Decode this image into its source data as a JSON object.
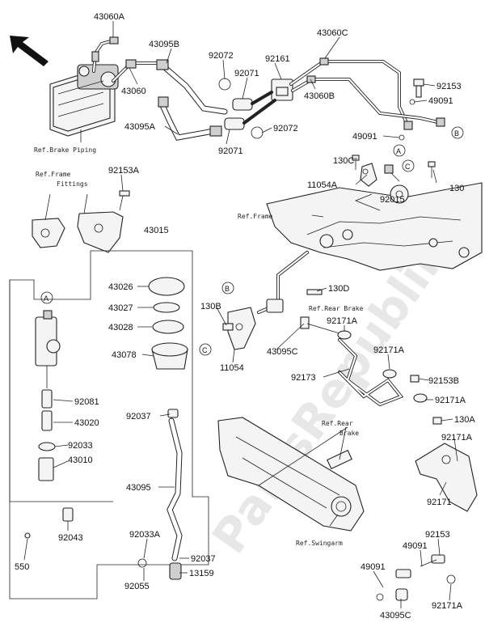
{
  "watermark": "PartsRepublik",
  "part_numbers": {
    "p43060A": "43060A",
    "p43095B": "43095B",
    "p43060": "43060",
    "p92072a": "92072",
    "p92161": "92161",
    "p43060C": "43060C",
    "p92071a": "92071",
    "p43060B": "43060B",
    "p92153": "92153",
    "p49091a": "49091",
    "p43095A": "43095A",
    "p92071b": "92071",
    "p92072b": "92072",
    "p49091b": "49091",
    "p130C": "130C",
    "p11054A": "11054A",
    "p92015": "92015",
    "p130": "130",
    "p92153A": "92153A",
    "p43015": "43015",
    "p43026": "43026",
    "p43027": "43027",
    "p43028": "43028",
    "p43078": "43078",
    "p130D": "130D",
    "p130B": "130B",
    "p92171Aa": "92171A",
    "p43095C": "43095C",
    "p11054": "11054",
    "p92171Ab": "92171A",
    "p92173": "92173",
    "p92153B": "92153B",
    "p92171Ac": "92171A",
    "p92081": "92081",
    "p43020": "43020",
    "p92037a": "92037",
    "p130A": "130A",
    "p92171Ad": "92171A",
    "p92033": "92033",
    "p43010": "43010",
    "p43095": "43095",
    "p92171": "92171",
    "p92043": "92043",
    "p92033A": "92033A",
    "p92037b": "92037",
    "p92153c": "92153",
    "p49091c": "49091",
    "p550": "550",
    "p92055": "92055",
    "p13159": "13159",
    "p49091d": "49091",
    "p43095Cb": "43095C",
    "p92171Ae": "92171A"
  },
  "references": {
    "brake_piping": "Ref.Brake Piping",
    "frame_fittings_1": "Ref.Frame",
    "frame_fittings_2": "Fittings",
    "frame": "Ref.Frame",
    "rear_brake": "Ref.Rear Brake",
    "rear_brake_2a": "Ref.Rear",
    "rear_brake_2b": "Brake",
    "swingarm": "Ref.Swingarm"
  },
  "callouts": {
    "A": "A",
    "B": "B",
    "C": "C"
  },
  "icons": {
    "front_arrow": "arrow-up-left-icon"
  }
}
